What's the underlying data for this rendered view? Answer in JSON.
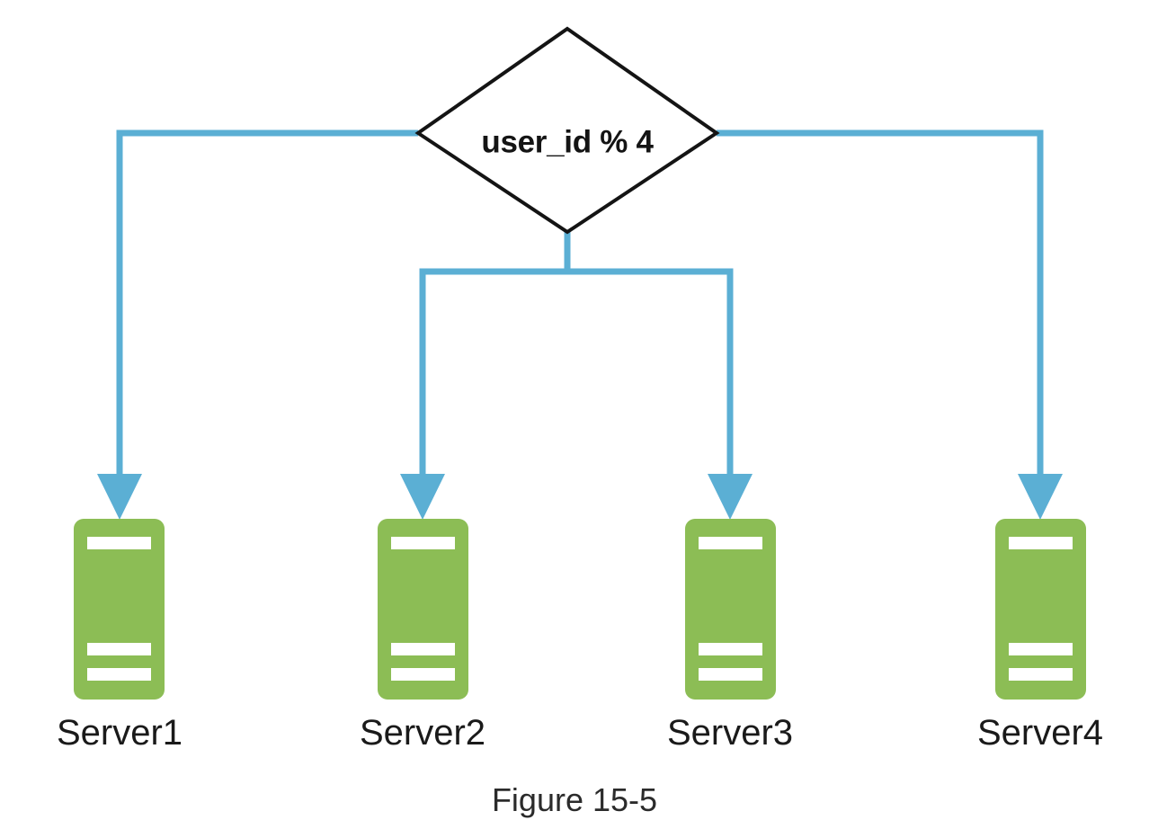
{
  "figure": {
    "caption": "Figure 15-5",
    "decision": {
      "label": "user_id % 4",
      "shape": "diamond"
    },
    "colors": {
      "connector": "#5BAFD4",
      "server_body": "#8CBD55",
      "server_slot": "#FFFFFF",
      "decision_outline": "#141414",
      "background": "#FFFFFF",
      "text": "#1A1A1A"
    },
    "servers": [
      {
        "label": "Server1"
      },
      {
        "label": "Server2"
      },
      {
        "label": "Server3"
      },
      {
        "label": "Server4"
      }
    ]
  }
}
